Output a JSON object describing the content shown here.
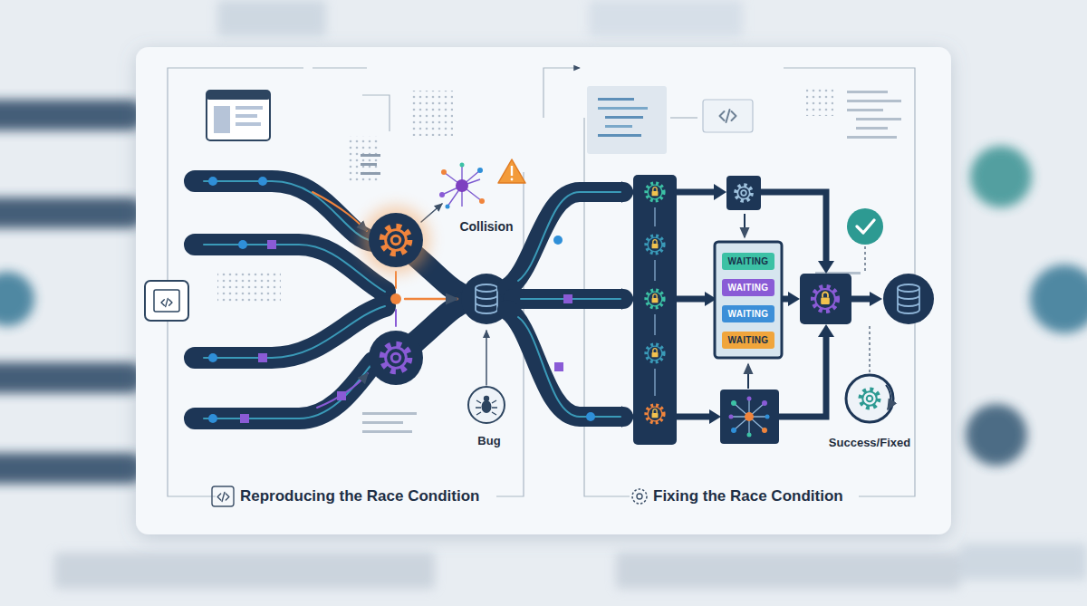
{
  "diagram": {
    "nodes": [
      {
        "text": [
          "Reproducing the Race Condition"
        ]
      },
      {
        "text": [
          "Fixing the Race Condition"
        ]
      },
      {
        "text": [
          "WAITING"
        ],
        "in": 1
      },
      {
        "text": [
          "WAITING"
        ],
        "in": 1
      },
      {
        "text": [
          "WAITING"
        ],
        "in": 1
      },
      {
        "text": [
          "WAITING"
        ],
        "in": 1
      }
    ],
    "labels": [
      "Collision",
      "Bug",
      "Success/Fixed"
    ]
  }
}
